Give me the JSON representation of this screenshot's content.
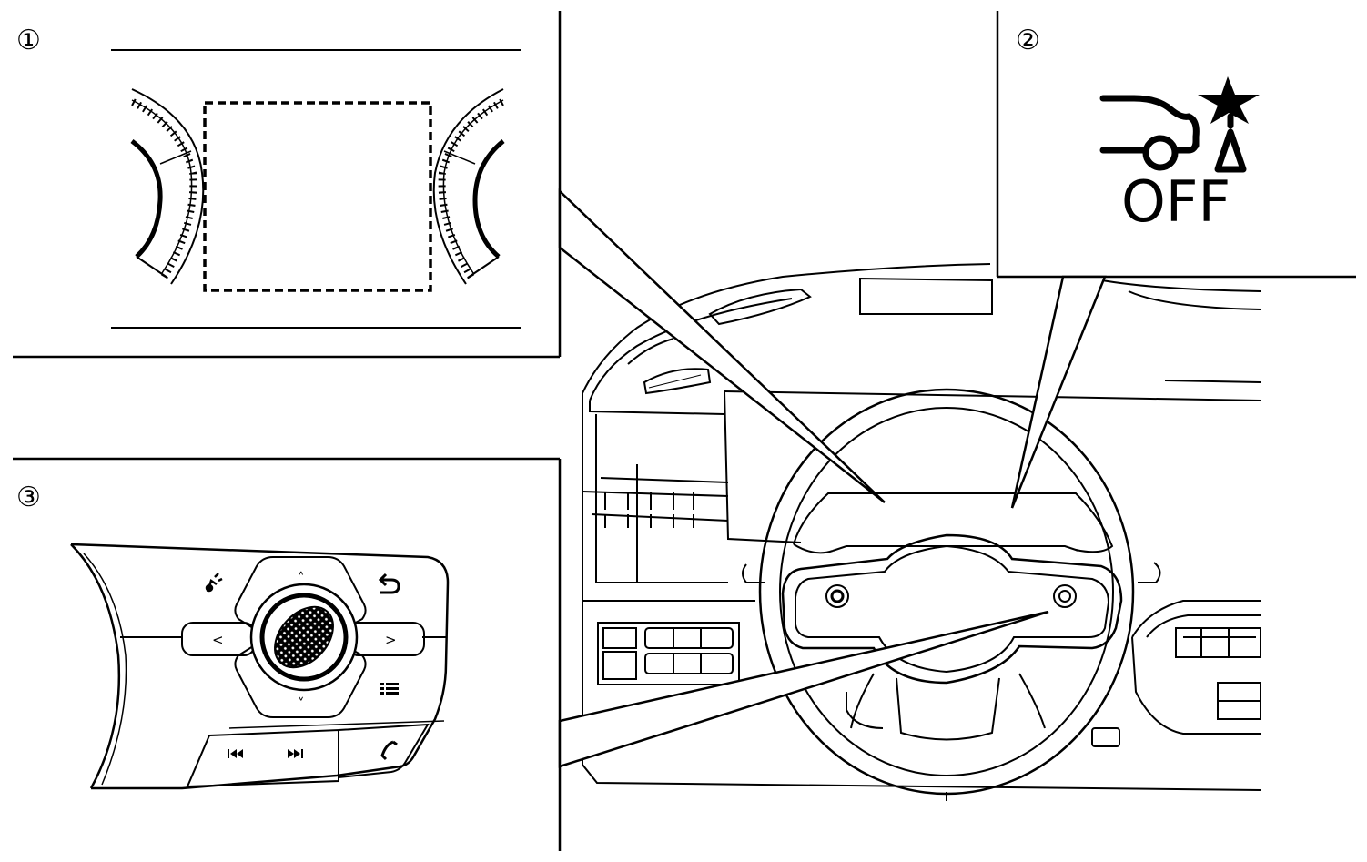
{
  "callouts": {
    "one": "①",
    "two": "②",
    "three": "③"
  },
  "warning_icon": {
    "text": "OFF",
    "name": "pre-crash-seatbelt-off-icon"
  },
  "steering_switch": {
    "up": "˄",
    "down": "˅",
    "left": "<",
    "right": ">"
  },
  "colors": {
    "line": "#000000",
    "background": "#ffffff"
  }
}
